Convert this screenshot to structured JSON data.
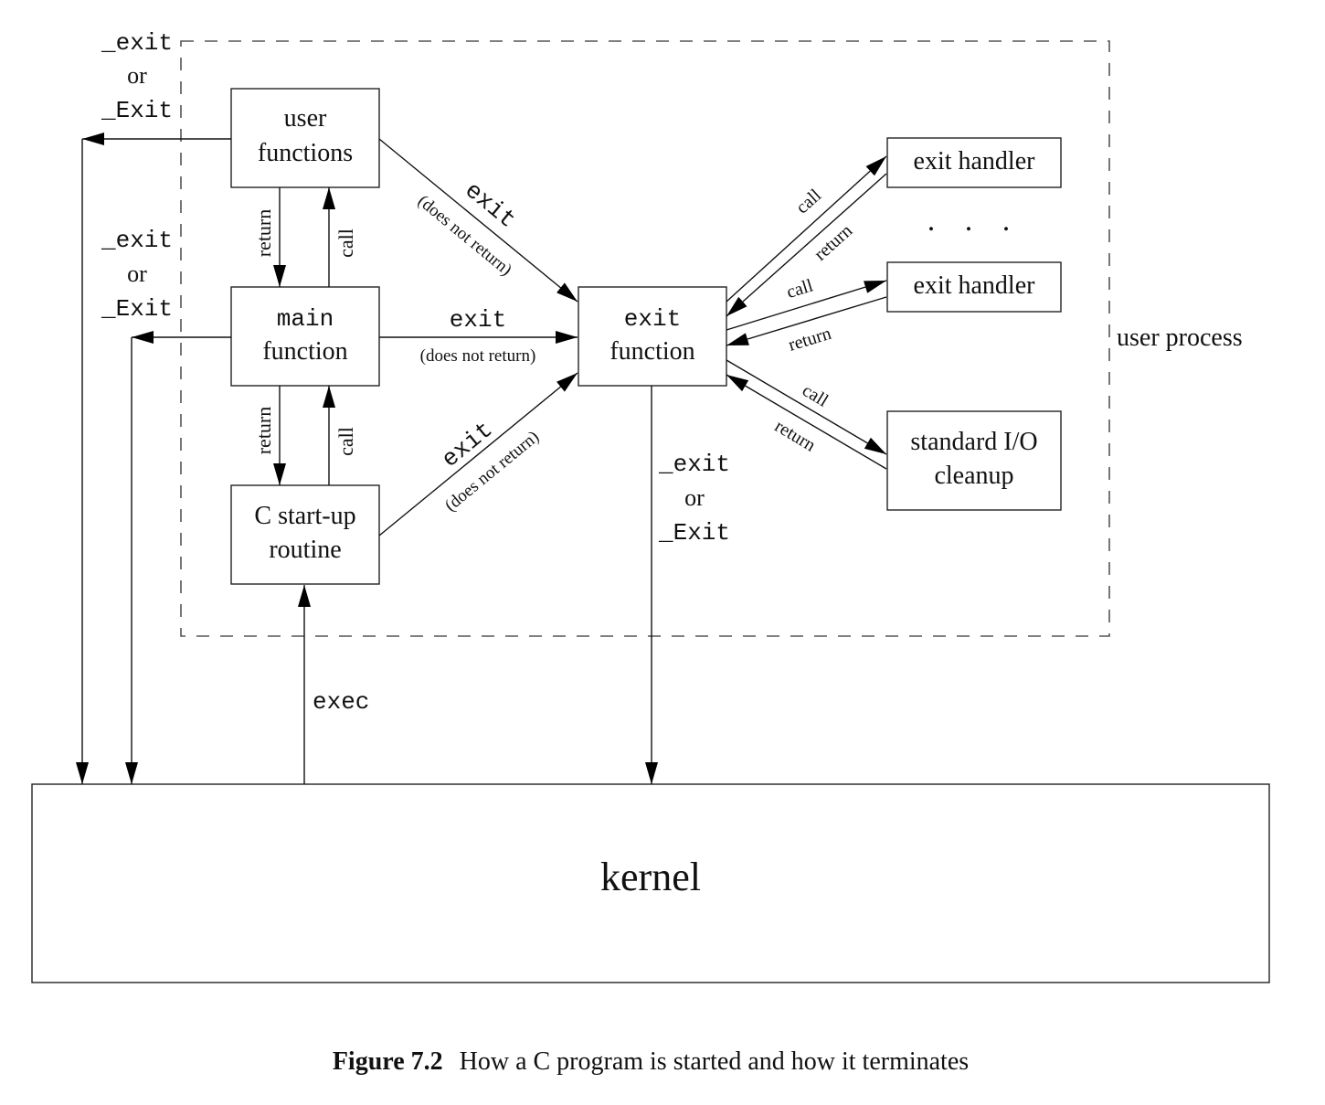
{
  "diagram": {
    "container_label": "user process",
    "boxes": {
      "user_functions": [
        "user",
        "functions"
      ],
      "main_function": [
        "main",
        "function"
      ],
      "startup_routine": [
        "C start-up",
        "routine"
      ],
      "exit_function": [
        "exit",
        "function"
      ],
      "exit_handler_1": "exit handler",
      "exit_handler_2": "exit handler",
      "stdio_cleanup": [
        "standard I/O",
        "cleanup"
      ],
      "kernel": "kernel"
    },
    "ellipsis": ". . .",
    "edges": {
      "exit_label": "exit",
      "does_not_return": "(does not return)",
      "call": "call",
      "return": "return",
      "exec": "exec",
      "underscore_exit": "_exit",
      "or": "or",
      "underscore_Exit": "_Exit"
    }
  },
  "caption": {
    "label": "Figure 7.2",
    "text": "How a C program is started and how it terminates"
  }
}
